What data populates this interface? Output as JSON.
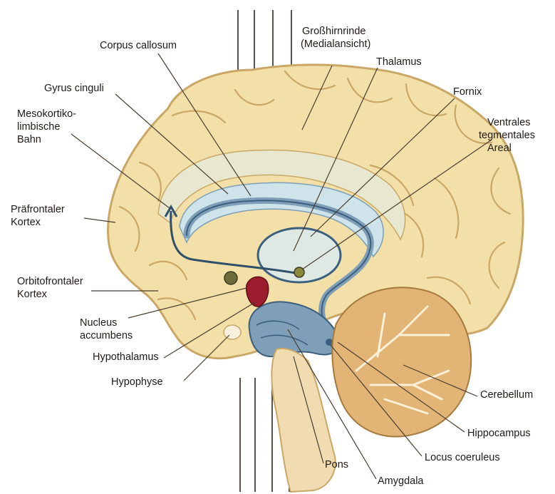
{
  "labels": {
    "corpus_callosum": "Corpus callosum",
    "grosshirnrinde": "Großhirnrinde",
    "medialansicht": "(Medialansicht)",
    "thalamus": "Thalamus",
    "gyrus_cinguli": "Gyrus cinguli",
    "fornix": "Fornix",
    "mesokortiko_1": "Mesokortiko-",
    "mesokortiko_2": "limbische",
    "mesokortiko_3": "Bahn",
    "ventrales_1": "Ventrales",
    "ventrales_2": "tegmentales",
    "ventrales_3": "Areal",
    "praefrontaler_1": "Präfrontaler",
    "praefrontaler_2": "Kortex",
    "orbitofrontaler_1": "Orbitofrontaler",
    "orbitofrontaler_2": "Kortex",
    "nucleus_1": "Nucleus",
    "nucleus_2": "accumbens",
    "hypothalamus": "Hypothalamus",
    "hypophyse": "Hypophyse",
    "cerebellum": "Cerebellum",
    "hippocampus": "Hippocampus",
    "locus_coeruleus": "Locus coeruleus",
    "pons": "Pons",
    "amygdala": "Amygdala"
  },
  "colors": {
    "cortex": "#f3e0a8",
    "cortex_edge": "#c9a766",
    "limbic_blue": "#7f9fb8",
    "limbic_dark": "#3d5f7e",
    "cerebellum": "#e2b476",
    "brainstem": "#f0dcb0",
    "accumbens_red": "#9b1c2c",
    "leader_line": "#4a3e30"
  }
}
